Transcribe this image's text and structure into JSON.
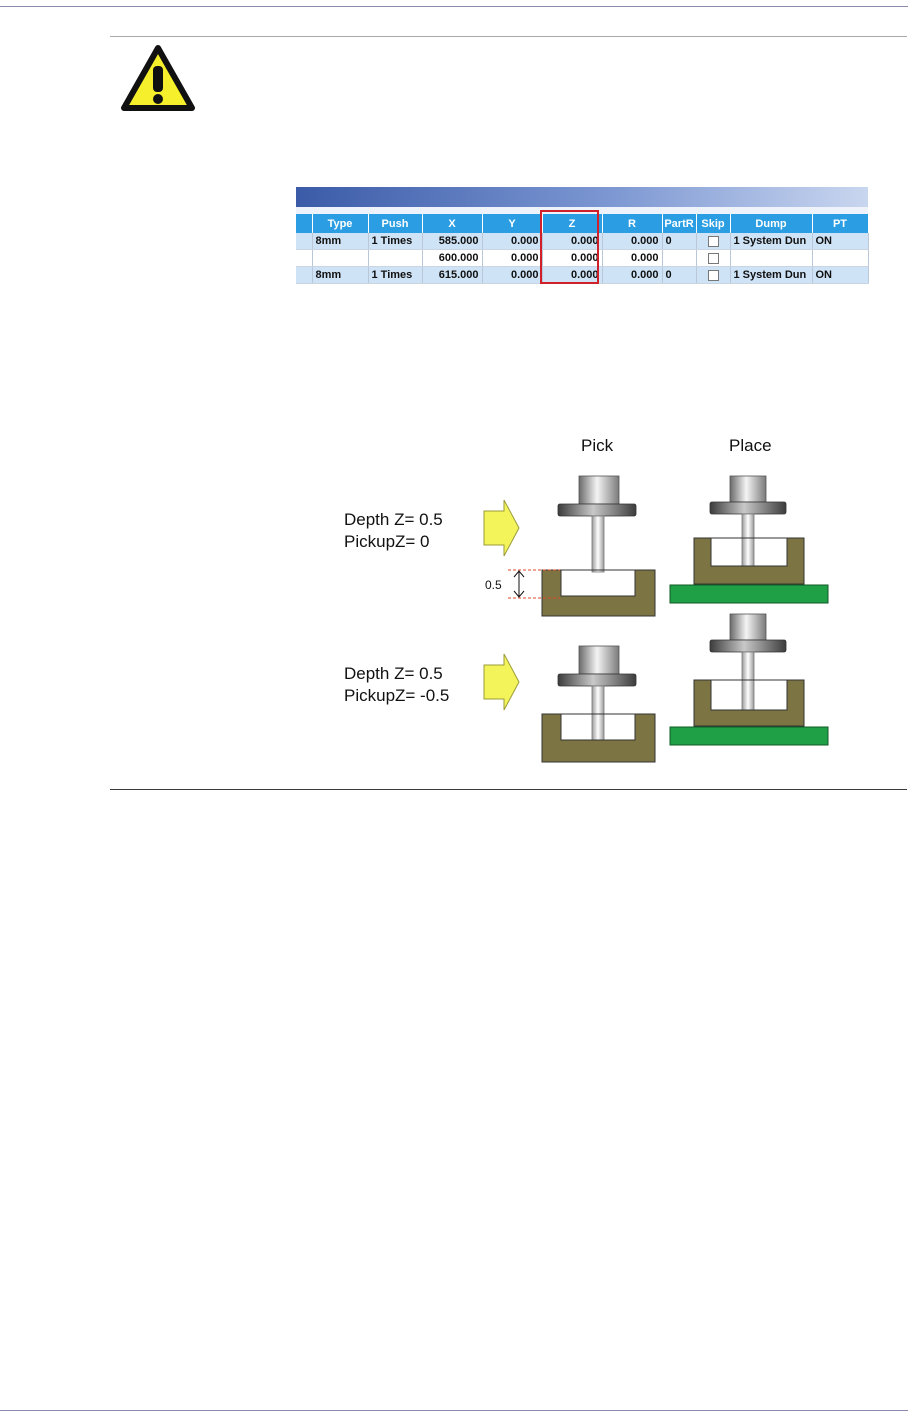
{
  "grid": {
    "columns": [
      "Type",
      "Push",
      "X",
      "Y",
      "Z",
      "R",
      "PartR",
      "Skip",
      "Dump",
      "PT"
    ],
    "rows": [
      {
        "type": "8mm",
        "push": "1 Times",
        "x": "585.000",
        "y": "0.000",
        "z": "0.000",
        "r": "0.000",
        "partr": "0",
        "skip": false,
        "dump": "1 System Dun",
        "pt": "ON"
      },
      {
        "type": "",
        "push": "",
        "x": "600.000",
        "y": "0.000",
        "z": "0.000",
        "r": "0.000",
        "partr": "",
        "skip": false,
        "dump": "",
        "pt": ""
      },
      {
        "type": "8mm",
        "push": "1 Times",
        "x": "615.000",
        "y": "0.000",
        "z": "0.000",
        "r": "0.000",
        "partr": "0",
        "skip": false,
        "dump": "1 System Dun",
        "pt": "ON"
      }
    ],
    "header_color": "#2b9ee3",
    "highlight_color": "#d0202a"
  },
  "diagram": {
    "col_pick": "Pick",
    "col_place": "Place",
    "case1": {
      "line1": "Depth Z= 0.5",
      "line2": "PickupZ= 0"
    },
    "case2": {
      "line1": "Depth Z=  0.5",
      "line2": "PickupZ= -0.5"
    },
    "dimension_label": "0.5",
    "colors": {
      "tray": "#7d7443",
      "board": "#1fa046",
      "arrow": "#f3f35a"
    }
  },
  "icons": {
    "warning": "warning-triangle-icon"
  }
}
